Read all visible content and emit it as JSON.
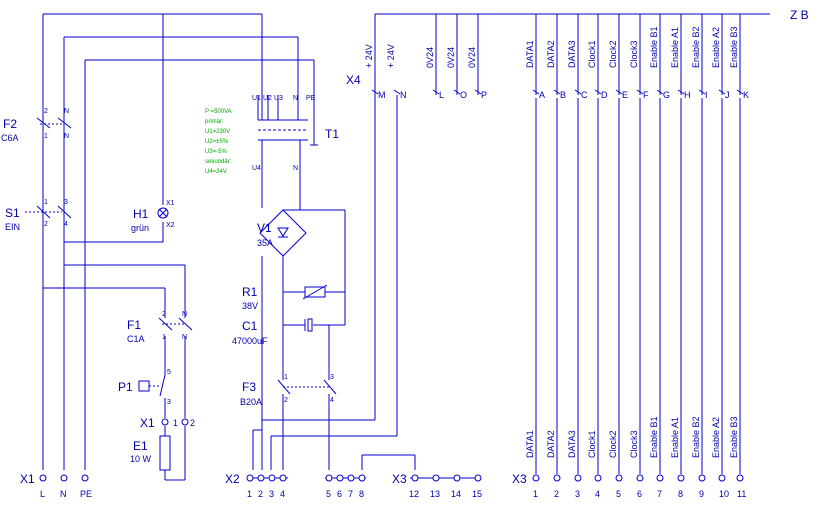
{
  "bus": {
    "label": "Z B"
  },
  "x4": {
    "tag": "X4",
    "columns": [
      {
        "signal": "+ 24V",
        "pin": "M"
      },
      {
        "signal": "+ 24V",
        "pin": "N"
      },
      {
        "signal": "0V24",
        "pin": "L"
      },
      {
        "signal": "0V24",
        "pin": "O"
      },
      {
        "signal": "0V24",
        "pin": "P"
      },
      {
        "signal": "DATA1",
        "pin": "A"
      },
      {
        "signal": "DATA2",
        "pin": "B"
      },
      {
        "signal": "DATA3",
        "pin": "C"
      },
      {
        "signal": "Clock1",
        "pin": "D"
      },
      {
        "signal": "Clock2",
        "pin": "E"
      },
      {
        "signal": "Clock3",
        "pin": "F"
      },
      {
        "signal": "Enable B1",
        "pin": "G"
      },
      {
        "signal": "Enable A1",
        "pin": "H"
      },
      {
        "signal": "Enable B2",
        "pin": "I"
      },
      {
        "signal": "Enable A2",
        "pin": "J"
      },
      {
        "signal": "Enable B3",
        "pin": "K"
      }
    ]
  },
  "x3": {
    "tag": "X3",
    "signals": [
      "DATA1",
      "DATA2",
      "DATA3",
      "Clock1",
      "Clock2",
      "Clock3",
      "Enable B1",
      "Enable A1",
      "Enable B2",
      "Enable A2",
      "Enable B3"
    ],
    "numbers": [
      "1",
      "2",
      "3",
      "4",
      "5",
      "6",
      "7",
      "8",
      "9",
      "10",
      "11"
    ],
    "left_numbers": [
      "12",
      "13",
      "14",
      "15"
    ]
  },
  "x1": {
    "tag": "X1",
    "pins": [
      "L",
      "N",
      "PE"
    ]
  },
  "x2": {
    "tag": "X2",
    "numbers": [
      "1",
      "2",
      "3",
      "4",
      "5",
      "6",
      "7",
      "8"
    ]
  },
  "components": {
    "f2": {
      "tag": "F2",
      "rating": "C6A",
      "pins": [
        "2",
        "N",
        "1",
        "N"
      ]
    },
    "s1": {
      "tag": "S1",
      "label": "EIN",
      "pins": [
        "1",
        "3",
        "2",
        "4"
      ]
    },
    "h1": {
      "tag": "H1",
      "color": "grün",
      "pins": [
        "X1",
        "X2"
      ]
    },
    "t1": {
      "tag": "T1",
      "spec": [
        "P =500VA",
        "primär:",
        "U1=230V",
        "U2=±5%",
        "U3=-5%",
        "sekundär:",
        "U4=24V"
      ],
      "terminals": [
        "U1",
        "U2",
        "U3",
        "N",
        "PE",
        "U4",
        "N"
      ]
    },
    "v1": {
      "tag": "V1",
      "rating": "35A"
    },
    "r1": {
      "tag": "R1",
      "rating": "38V"
    },
    "c1": {
      "tag": "C1",
      "rating": "47000uF"
    },
    "f1": {
      "tag": "F1",
      "rating": "C1A",
      "pins": [
        "2",
        "N",
        "1",
        "N"
      ]
    },
    "p1": {
      "tag": "P1",
      "pins": [
        "5",
        "3"
      ]
    },
    "x1_aux": {
      "tag": "X1",
      "pins": [
        "1",
        "2"
      ]
    },
    "e1": {
      "tag": "E1",
      "rating": "10 W"
    },
    "f3": {
      "tag": "F3",
      "rating": "B20A",
      "pins": [
        "1",
        "3",
        "2",
        "4"
      ]
    }
  }
}
